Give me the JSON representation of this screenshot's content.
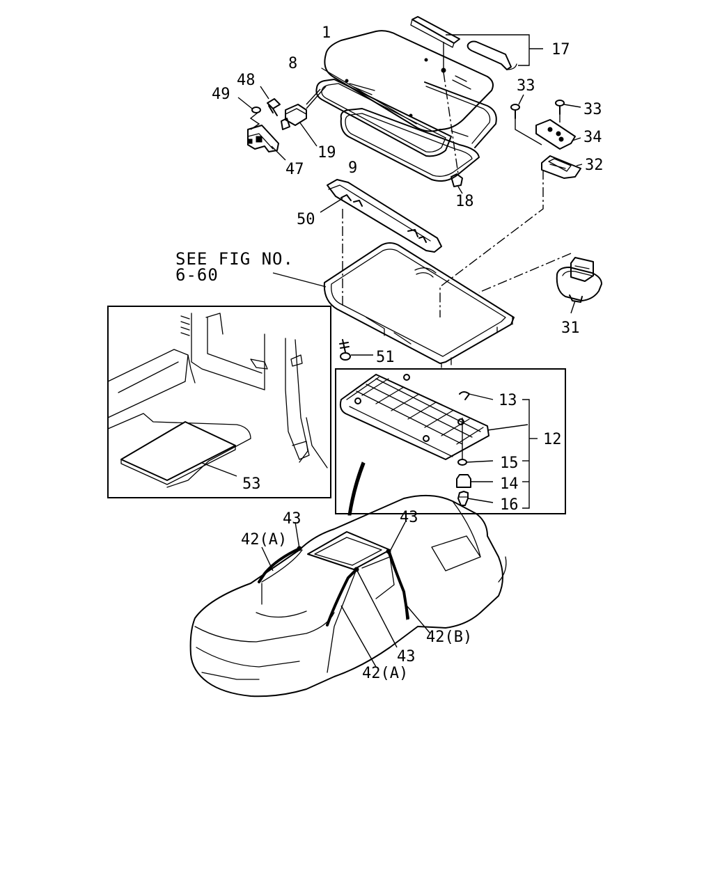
{
  "figure_note": {
    "line1": "SEE FIG NO.",
    "line2": "6-60"
  },
  "callouts": [
    {
      "id": "c1",
      "text": "1"
    },
    {
      "id": "c8",
      "text": "8"
    },
    {
      "id": "c9",
      "text": "9"
    },
    {
      "id": "c12",
      "text": "12"
    },
    {
      "id": "c13",
      "text": "13"
    },
    {
      "id": "c14",
      "text": "14"
    },
    {
      "id": "c15",
      "text": "15"
    },
    {
      "id": "c16",
      "text": "16"
    },
    {
      "id": "c17",
      "text": "17"
    },
    {
      "id": "c18",
      "text": "18"
    },
    {
      "id": "c19",
      "text": "19"
    },
    {
      "id": "c31",
      "text": "31"
    },
    {
      "id": "c32",
      "text": "32"
    },
    {
      "id": "c33a",
      "text": "33"
    },
    {
      "id": "c33b",
      "text": "33"
    },
    {
      "id": "c34",
      "text": "34"
    },
    {
      "id": "c42a1",
      "text": "42(A)"
    },
    {
      "id": "c42a2",
      "text": "42(A)"
    },
    {
      "id": "c42b",
      "text": "42(B)"
    },
    {
      "id": "c43a",
      "text": "43"
    },
    {
      "id": "c43b",
      "text": "43"
    },
    {
      "id": "c43c",
      "text": "43"
    },
    {
      "id": "c47",
      "text": "47"
    },
    {
      "id": "c48",
      "text": "48"
    },
    {
      "id": "c49",
      "text": "49"
    },
    {
      "id": "c50",
      "text": "50"
    },
    {
      "id": "c51",
      "text": "51"
    },
    {
      "id": "c53",
      "text": "53"
    }
  ]
}
